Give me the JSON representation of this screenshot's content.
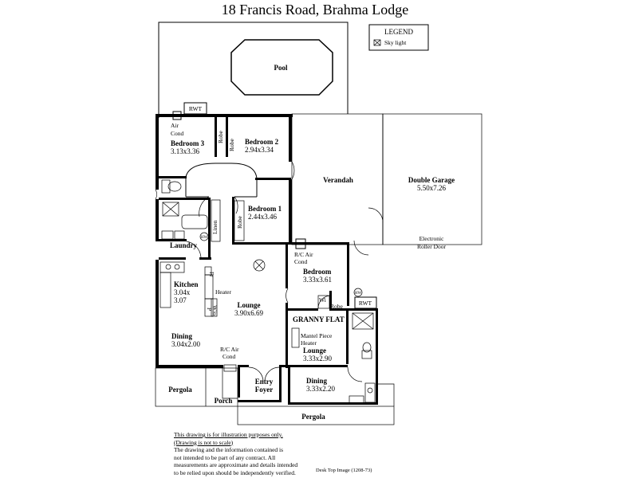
{
  "title": "18 Francis Road, Brahma Lodge",
  "legend": {
    "heading": "LEGEND",
    "item": "Sky light"
  },
  "outdoor": {
    "pool": "Pool",
    "rwt": "RWT"
  },
  "rooms": {
    "bedroom3": {
      "name": "Bedroom 3",
      "size": "3.13x3.36"
    },
    "bedroom2": {
      "name": "Bedroom 2",
      "size": "2.94x3.34"
    },
    "bedroom1": {
      "name": "Bedroom 1",
      "size": "2.44x3.46"
    },
    "verandah": "Verandah",
    "garage": {
      "name": "Double Garage",
      "size": "5.50x7.26"
    },
    "laundry": "Laundry",
    "kitchen": {
      "name": "Kitchen",
      "size1": "3.04x",
      "size2": "3.07"
    },
    "lounge": {
      "name": "Lounge",
      "size": "3.90x6.69"
    },
    "dining": {
      "name": "Dining",
      "size": "3.04x2.00"
    },
    "foyer": {
      "l1": "Entry",
      "l2": "Foyer"
    },
    "pergola": "Pergola",
    "porch": "Porch",
    "flat_bedroom": {
      "name": "Bedroom",
      "size": "3.33x3.61"
    },
    "granny": "GRANNY FLAT",
    "flat_lounge": {
      "name": "Lounge",
      "size": "3.33x2.90"
    },
    "flat_dining": {
      "name": "Dining",
      "size": "3.33x2.20"
    }
  },
  "fixtures": {
    "air": "Air",
    "cond": "Cond",
    "robe": "Robe",
    "linen": "Linen",
    "hw": "HW",
    "rc_air": "R/C Air",
    "fr": "Fr",
    "heater": "Heater",
    "p": "P",
    "wo": "W/o",
    "wi": "Wi",
    "mantel": "Mantel Piece",
    "electronic": "Electronic",
    "roller_door": "Roller Door"
  },
  "disclaimer": {
    "l1": "This drawing is for illustration purposes only.",
    "l2": "(Drawing is not to scale)",
    "l3": "The drawing and the information contained is",
    "l4": "not intended to be part of any contract.  All",
    "l5": "measurements are approximate and details intended",
    "l6": "to be relied upon should be independently verified."
  },
  "reference": "Desk Top Image (1208-73)"
}
